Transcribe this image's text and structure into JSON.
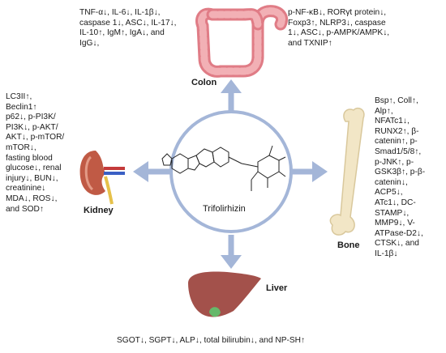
{
  "center": {
    "compound": "Trifolirhizin"
  },
  "organs": {
    "colon": {
      "label": "Colon",
      "effects_left": "TNF-α↓, IL-6↓, IL-1β↓,\ncaspase 1↓, ASC↓, IL-17↓,\nIL-10↑, IgM↑, IgA↓, and\nIgG↓,",
      "effects_right": "p-NF-κB↓, RORγt protein↓,\nFoxp3↑, NLRP3↓, caspase\n1↓, ASC↓, p-AMPK/AMPK↓,\nand TXNIP↑"
    },
    "kidney": {
      "label": "Kidney",
      "effects": "LC3II↑,\nBeclin1↑\np62↓, p-PI3K/\nPI3K↓, p-AKT/\nAKT↓, p-mTOR/\nmTOR↓,\nfasting blood\nglucose↓, renal\ninjury↓, BUN↓,\ncreatinine↓\nMDA↓, ROS↓,\nand SOD↑"
    },
    "bone": {
      "label": "Bone",
      "effects": "Bsp↑, Coll↑,\nAlp↑,\nNFATc1↓,\nRUNX2↑, β-\ncatenin↑, p-\nSmad1/5/8↑,\np-JNK↑, p-\nGSK3β↑, p-β-\ncatenin↓,\nACP5↓,\nATc1↓, DC-\nSTAMP↓,\nMMP9↓, V-\nATPase-D2↓,\nCTSK↓, and\nIL-1β↓"
    },
    "liver": {
      "label": "Liver",
      "effects": "SGOT↓, SGPT↓, ALP↓, total bilirubin↓, and NP-SH↑"
    }
  },
  "colors": {
    "arrow": "#a4b6d8",
    "circle_border": "#a4b6d8",
    "colon": "#e89aa0",
    "bone": "#f2e6c6",
    "liver": "#a3514b",
    "kidney": "#c05a45"
  },
  "icons": [
    "colon-illustration",
    "kidney-illustration",
    "bone-illustration",
    "liver-illustration",
    "trifolirhizin-structure"
  ]
}
